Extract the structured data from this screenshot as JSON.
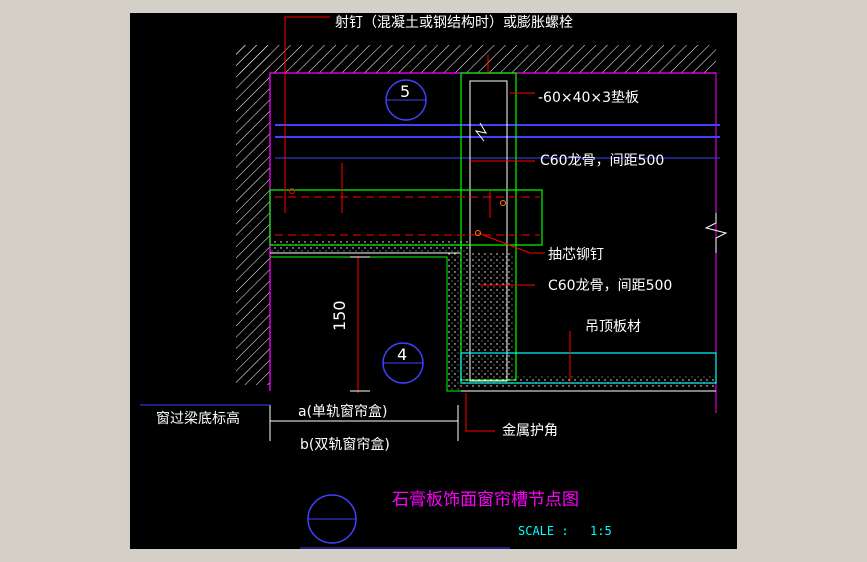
{
  "drawing": {
    "labels": {
      "anchor": "射钉（混凝土或钢结构时）或膨胀螺栓",
      "shim_plate": "-60×40×3垫板",
      "keel_top": "C60龙骨，间距500",
      "rivet": "抽芯铆钉",
      "keel_mid": "C60龙骨，间距500",
      "ceiling_board": "吊顶板材",
      "beam_bottom": "窗过梁底标高",
      "single_track": "a(单轨窗帘盒)",
      "double_track": "b(双轨窗帘盒)",
      "corner_guard": "金属护角"
    },
    "dimension": "150",
    "callouts": {
      "top": "5",
      "bottom": "4"
    },
    "title": "石膏板饰面窗帘槽节点图",
    "scale_label": "SCALE :",
    "scale_value": "1:5"
  },
  "colors": {
    "background": "#000000",
    "frame": "#d4d0c8",
    "wall": "#ff00ff",
    "keel": "#00ff00",
    "board": "#00ffff",
    "pipe": "#0000ff",
    "leader": "#ff0000",
    "text": "#ffffff",
    "title": "#ff00ff"
  },
  "icons": {
    "callout": "section-callout-circle",
    "break_mark": "break-line-icon"
  }
}
